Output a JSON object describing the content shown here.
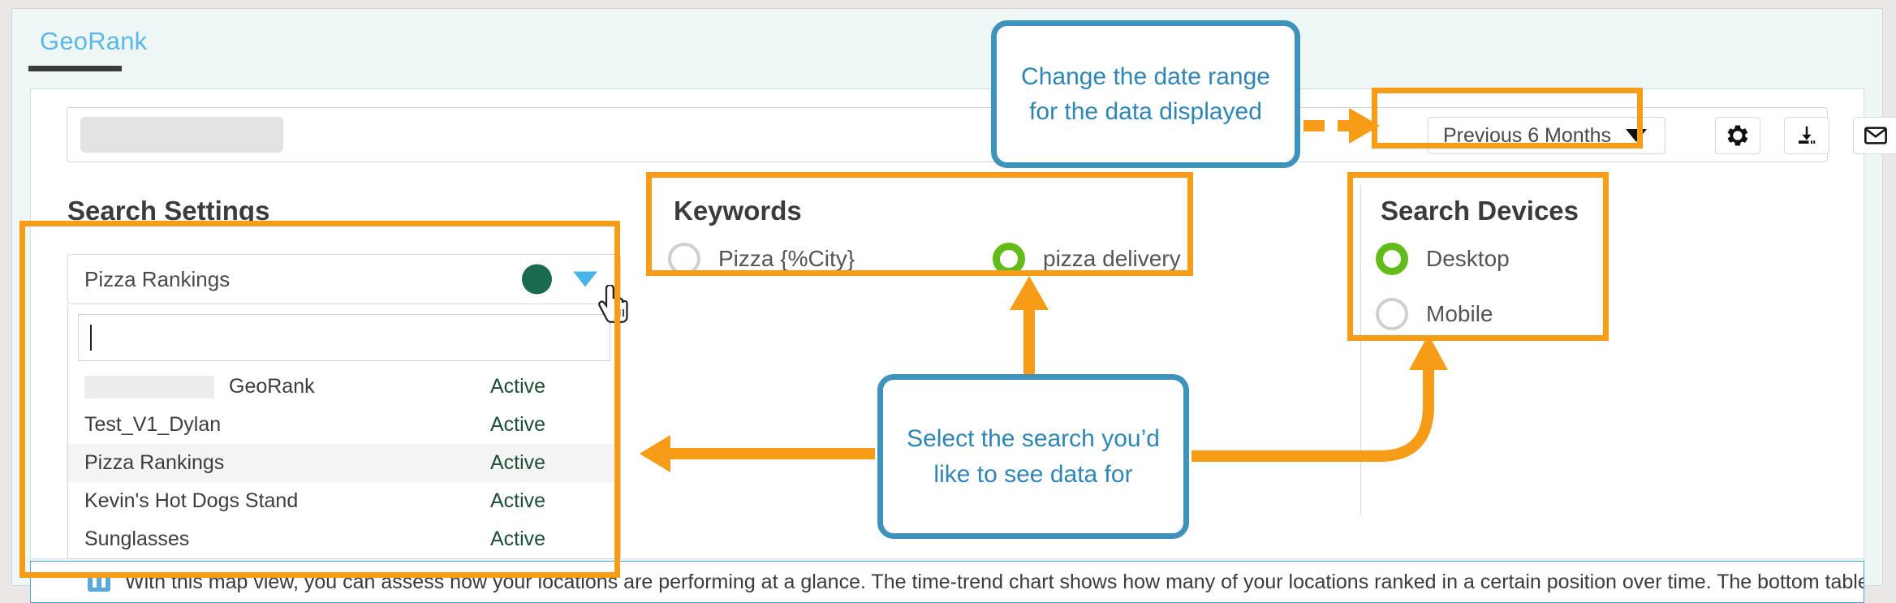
{
  "app": {
    "tab_label": "GeoRank"
  },
  "toolbar": {
    "redacted_account_label": "",
    "date_range": {
      "selected": "Previous 6 Months",
      "caret_icon": "triangle-down-icon"
    },
    "buttons": [
      {
        "name": "settings-button",
        "icon": "gear-icon"
      },
      {
        "name": "download-button",
        "icon": "download-icon"
      },
      {
        "name": "email-button",
        "icon": "envelope-icon"
      }
    ]
  },
  "search_settings": {
    "title": "Search Settings",
    "selected_search": "Pizza Rankings",
    "status_dot_color": "#1a6b4d",
    "caret_icon": "triangle-down-icon",
    "filter_input_value": "",
    "filter_input_placeholder": "",
    "options": [
      {
        "label": "GeoRank",
        "redacted_prefix": true,
        "status": "Active",
        "selected": false
      },
      {
        "label": "Test_V1_Dylan",
        "redacted_prefix": false,
        "status": "Active",
        "selected": false
      },
      {
        "label": "Pizza Rankings",
        "redacted_prefix": false,
        "status": "Active",
        "selected": true
      },
      {
        "label": "Kevin's Hot Dogs Stand",
        "redacted_prefix": false,
        "status": "Active",
        "selected": false
      },
      {
        "label": "Sunglasses",
        "redacted_prefix": false,
        "status": "Active",
        "selected": false
      }
    ]
  },
  "keywords": {
    "title": "Keywords",
    "items": [
      {
        "label": "Pizza {%City}",
        "selected": false
      },
      {
        "label": "pizza delivery",
        "selected": true
      }
    ]
  },
  "search_devices": {
    "title": "Search Devices",
    "items": [
      {
        "label": "Desktop",
        "selected": true
      },
      {
        "label": "Mobile",
        "selected": false
      }
    ]
  },
  "info_bar": {
    "icon": "info-icon",
    "text": "With this map view, you can assess how your locations are performing at a glance. The time-trend chart shows how many of your locations ranked in a certain position over time. The bottom table"
  },
  "annotations": {
    "callouts": [
      {
        "name": "date-range-callout",
        "text": "Change the date range for the data displayed"
      },
      {
        "name": "select-search-callout",
        "text": "Select the search you’d like to see data for"
      }
    ],
    "highlight_color": "#f79c16",
    "callout_color": "#3d93bb"
  },
  "colors": {
    "tab_accent": "#5bb8e8",
    "radio_on": "#62bb19",
    "status_text": "#1d4f34",
    "page_bg": "#eff7f6"
  }
}
